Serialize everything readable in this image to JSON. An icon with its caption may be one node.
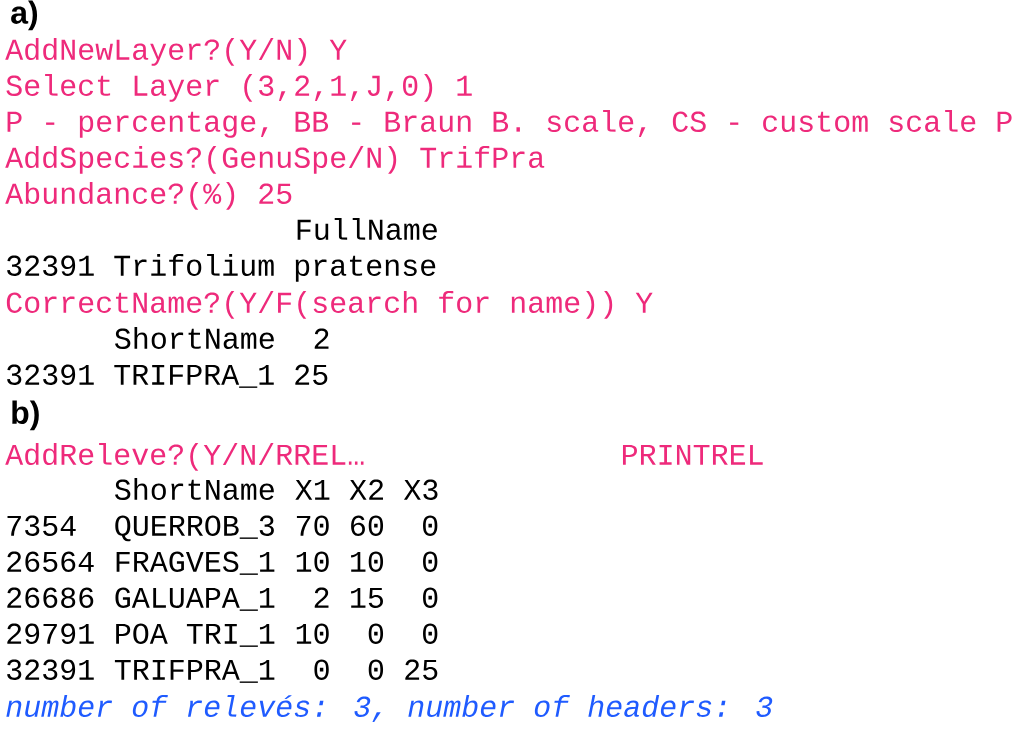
{
  "diagram": {
    "labels": [
      "a)",
      "AddNewLayer?(Y/N) Y",
      "Select Layer (3,2,1,J,0) 1",
      "P - percentage, BB - Braun B. scale, CS - custom scale P",
      "AddSpecies?(GenuSpe/N) TrifPra",
      "Abundance?(%) 25",
      "FullName",
      "32391 Trifolium pratense",
      "CorrectName?(Y/F(search for name)) Y",
      "ShortName",
      "2",
      "32391 TRIFPRA_1 25",
      "b)",
      "AddReleve?(Y/N/RREL…",
      "PRINTREL",
      "ShortName",
      "X1",
      "X2",
      "X3",
      "7354",
      "QUERROB_3",
      "70",
      "60",
      "0",
      "26564",
      "FRAGVES_1",
      "10",
      "10",
      "0",
      "26686",
      "GALUAPA_1",
      "2",
      "15",
      "0",
      "29791",
      "POA TRI_1",
      "10",
      "0",
      "0",
      "32391",
      "TRIFPRA_1",
      "0",
      "0",
      "25",
      "number of relevés: 3, number of headers: 3"
    ]
  }
}
